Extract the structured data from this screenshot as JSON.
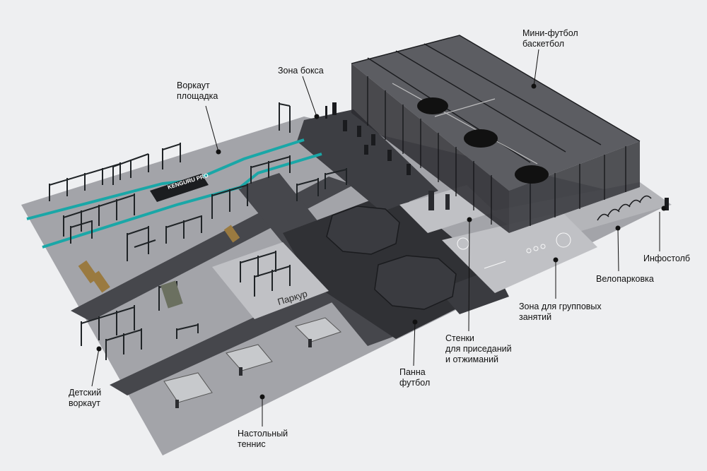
{
  "colors": {
    "background": "#eeeff1",
    "ground": "#a3a4a9",
    "paths": "#404147",
    "dark_area": "#2e2f33",
    "light_zone": "#b8b9bd",
    "accent_line": "#1aa7a7",
    "equipment": "#1f2326",
    "leader": "#111111"
  },
  "logo": {
    "text": "KENGURU PRO"
  },
  "zones": {
    "parkour": "Паркур"
  },
  "labels": {
    "workout": [
      "Воркаут",
      "площадка"
    ],
    "boxing": [
      "Зона бокса"
    ],
    "minifootball": [
      "Мини-футбол",
      "баскетбол"
    ],
    "infopost": [
      "Инфостолб"
    ],
    "bike_parking": [
      "Велопарковка"
    ],
    "group_zone": [
      "Зона  для групповых",
      "занятий"
    ],
    "walls": [
      "Стенки",
      "для приседаний",
      "и отжиманий"
    ],
    "panna": [
      "Панна",
      "футбол"
    ],
    "table_tennis": [
      "Настольный",
      "теннис"
    ],
    "kids_workout": [
      "Детский",
      "воркаут"
    ]
  }
}
